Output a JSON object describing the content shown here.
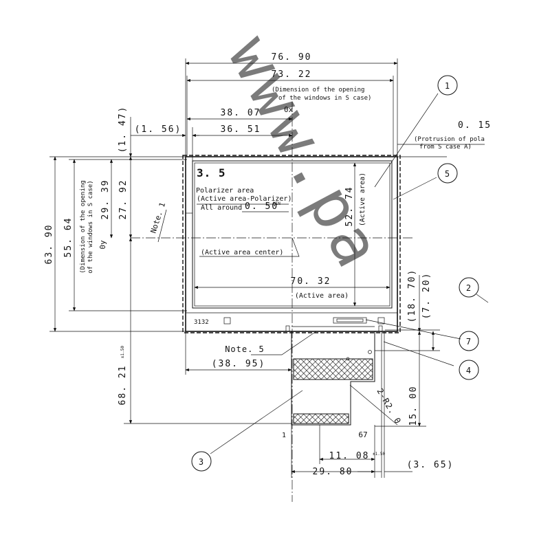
{
  "watermark": "www.pa",
  "dims": {
    "overall_width": "76. 90",
    "opening_width": "73. 22",
    "opening_note_1": "(Dimension of the opening",
    "opening_note_2": "of the windows in S case)",
    "x_left_opening": "38. 07",
    "x_left_active": "36. 51",
    "ox": "0x",
    "left_offset": "(1. 56)",
    "top_offset": "(1. 47)",
    "overall_height": "63. 90",
    "opening_height": "55. 64",
    "opening_height_note_1": "(Dimension of the opening",
    "opening_height_note_2": "of the windows in S case)",
    "oy": "0y",
    "y_top_active": "29. 39",
    "y_top_opening": "27. 92",
    "active_height": "52. 74",
    "active_height_label": "(Active area)",
    "active_width": "70. 32",
    "active_width_label": "(Active area)",
    "fpc_length": "68. 21",
    "fpc_length_tol": "±1.50",
    "fpc_offset": "(38. 95)",
    "dim_18_70": "(18. 70)",
    "dim_7_20": "(7. 20)",
    "dim_15_00": "15. 00",
    "radius": "2-R2. 0",
    "fpc_pitch": "11. 08",
    "fpc_pitch_tol": "±1.50",
    "fpc_width": "29. 80",
    "dim_3_65": "(3. 65)",
    "protrusion_value": "0. 15",
    "protrusion_note_1": "(Protrusion of pola",
    "protrusion_note_2": "from S case A)"
  },
  "panel": {
    "size_label": "3. 5",
    "polarizer_1": "Polarizer area",
    "polarizer_2": "(Active area-Polarizer)",
    "all_around": "All around",
    "all_around_value": "0. 50",
    "min_label": "MIN",
    "center_label": "(Active area center)",
    "note1": "Note. 1",
    "part_code": "3132",
    "note5": "Note. 5",
    "pin1": "1",
    "pin67": "67"
  },
  "callouts": [
    "1",
    "5",
    "2",
    "7",
    "4",
    "3"
  ]
}
